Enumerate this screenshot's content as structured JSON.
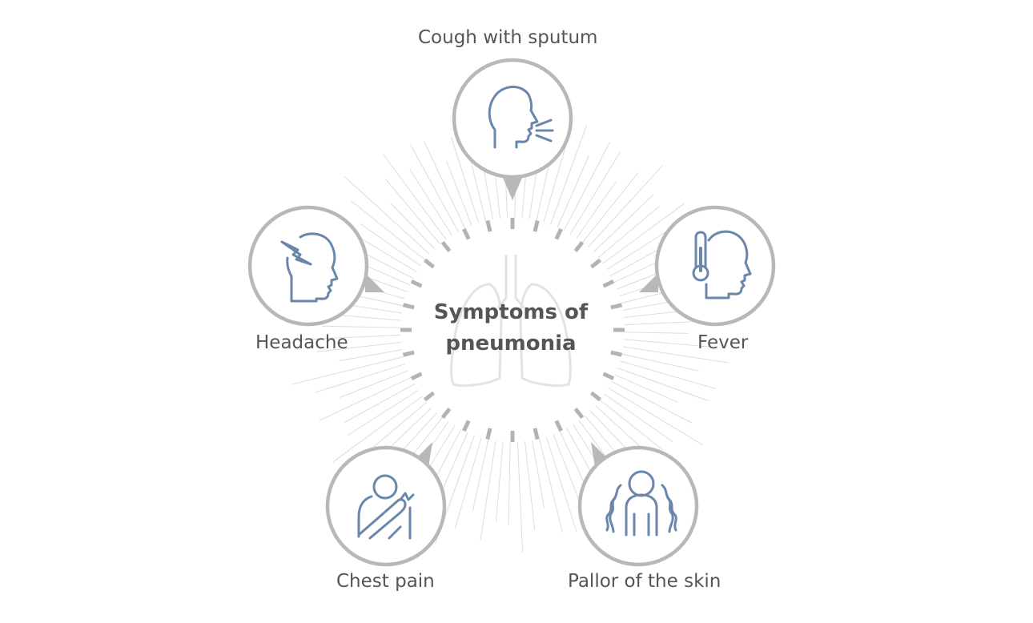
{
  "title": {
    "line1": "Symptoms of",
    "line2": "pneumonia"
  },
  "symptoms": [
    {
      "label": "Cough with sputum",
      "icon": "coughing-head-icon"
    },
    {
      "label": "Fever",
      "icon": "thermometer-head-icon"
    },
    {
      "label": "Headache",
      "icon": "headache-lightning-icon"
    },
    {
      "label": "Chest pain",
      "icon": "chest-pain-person-icon"
    },
    {
      "label": "Pallor of the skin",
      "icon": "shivering-person-icon"
    }
  ],
  "colors": {
    "icon_stroke": "#6a86ab",
    "circle_ring": "#b8b8b8",
    "text": "#555555",
    "rays": "#d9d9d9",
    "dashes": "#b3b3b3",
    "lungs": "#e3e3e3"
  }
}
